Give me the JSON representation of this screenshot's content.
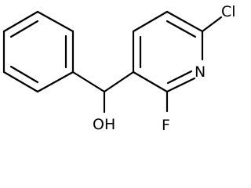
{
  "molecule": {
    "atoms": {
      "cl": "Cl",
      "n": "N",
      "f": "F",
      "oh": "OH"
    },
    "line_color": "#000000",
    "background": "#ffffff"
  }
}
